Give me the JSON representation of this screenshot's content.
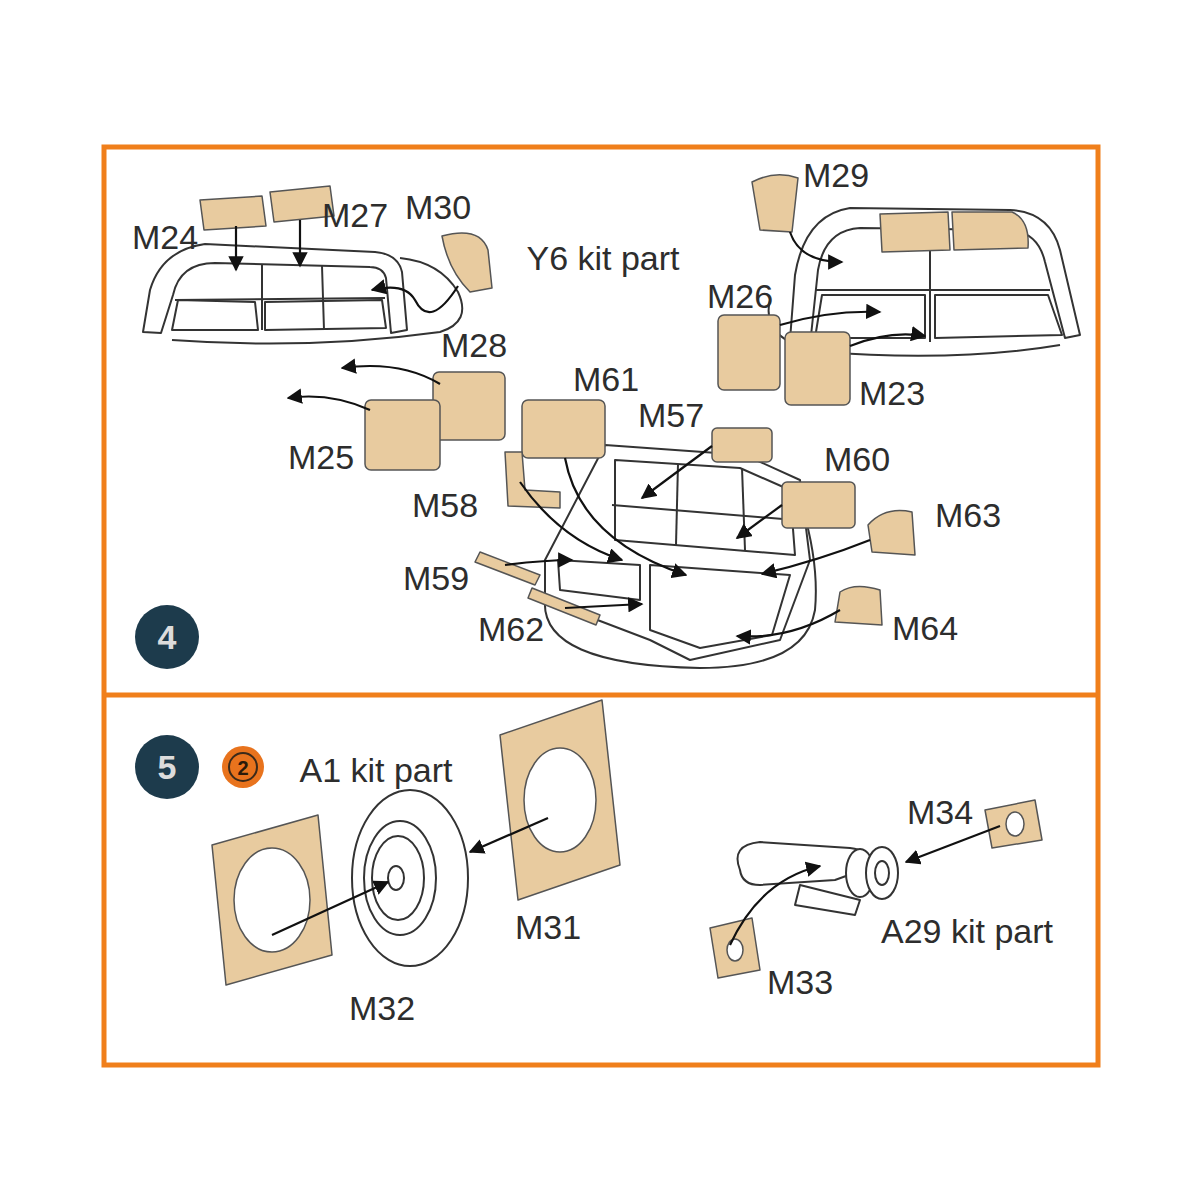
{
  "diagram": {
    "nodes": [
      {
        "text": [
          "4"
        ]
      },
      {
        "text": [
          "5"
        ]
      }
    ],
    "labels": [
      "M24",
      "M27",
      "M30",
      "Y6 kit part",
      "M29",
      "M26",
      "M28",
      "M23",
      "M61",
      "M57",
      "M25",
      "M60",
      "M58",
      "M63",
      "M59",
      "M62",
      "M64",
      "2",
      "A1 kit part",
      "M34",
      "M31",
      "A29 kit part",
      "M32",
      "M33"
    ]
  }
}
